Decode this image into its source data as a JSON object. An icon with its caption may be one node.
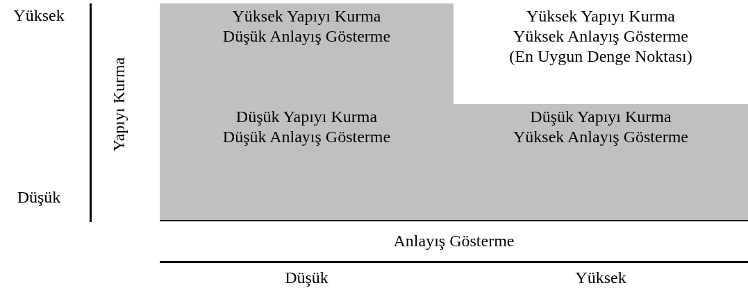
{
  "diagram": {
    "nodes": [
      {
        "text": [
          "Yüksek Yapıyı Kurma",
          "Düşük Anlayış Gösterme"
        ]
      },
      {
        "text": [
          "Yüksek Yapıyı Kurma",
          "Yüksek Anlayış Gösterme",
          "(En Uygun Denge Noktası)"
        ]
      },
      {
        "text": [
          "Düşük Yapıyı Kurma",
          "Düşük Anlayış Gösterme"
        ]
      },
      {
        "text": [
          "Düşük Yapıyı Kurma",
          "Yüksek Anlayış Gösterme"
        ]
      }
    ],
    "edges": [],
    "labels": [
      "Yüksek",
      "Yapıyı Kurma",
      "Düşük",
      "Anlayış Gösterme",
      "Düşük",
      "Yüksek"
    ]
  }
}
